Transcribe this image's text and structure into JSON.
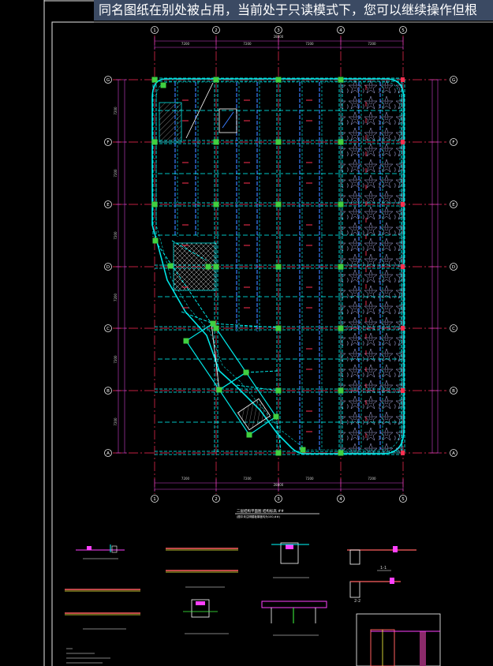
{
  "banner": {
    "message": "同名图纸在别处被占用，当前处于只读模式下，您可以继续操作但根"
  },
  "drawing": {
    "columns": [
      "1",
      "2",
      "3",
      "4",
      "5"
    ],
    "rows": [
      "G",
      "F",
      "E",
      "D",
      "C",
      "B",
      "A"
    ],
    "top_dims": [
      "7200",
      "7200",
      "7200",
      "7200"
    ],
    "top_total": "28800",
    "bottom_dims": [
      "7200",
      "7200",
      "7200",
      "7200"
    ],
    "bottom_total": "28800",
    "left_dims": [
      "7200",
      "7200",
      "7200",
      "7200",
      "7200",
      "7200"
    ],
    "plan_title": "二层结构平面图  结构标高 ##",
    "plan_subtitle": "(图中未注明楼板厚度均为100,##)",
    "sections": [
      "1-1",
      "2-2"
    ],
    "colors": {
      "grid": "#ff2d55",
      "dim": "#d040d0",
      "axis": "#e8e8e8",
      "beam": "#00ffff",
      "rebar": "#3a7dff",
      "column": "#40d040",
      "hatch": "#9a9ae0"
    }
  }
}
